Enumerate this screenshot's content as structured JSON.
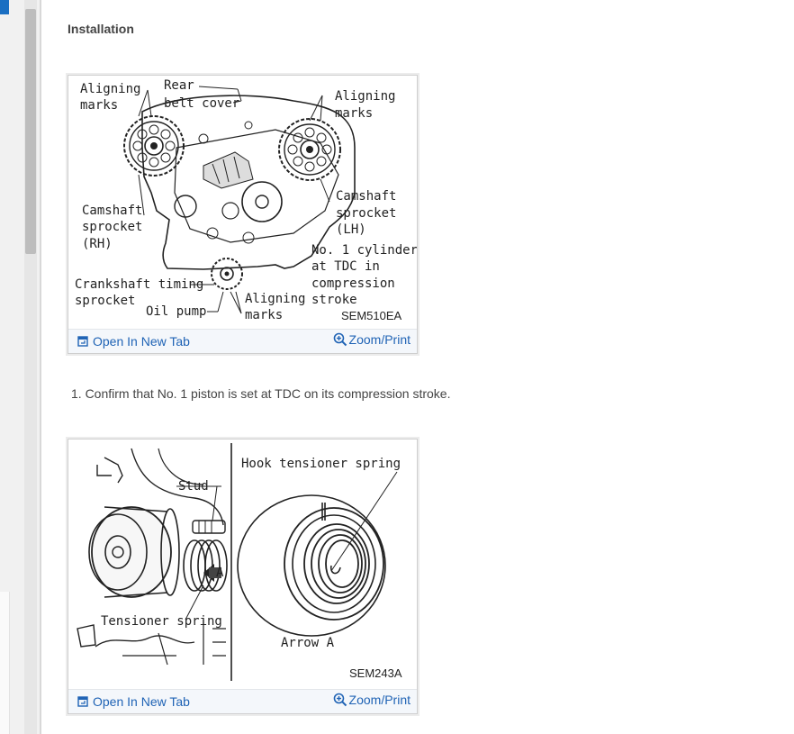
{
  "section": {
    "heading": "Installation"
  },
  "figure1": {
    "code": "SEM510EA",
    "labels": {
      "aligning_marks_left_1": "Aligning",
      "aligning_marks_left_2": "marks",
      "rear_belt_cover_1": "Rear",
      "rear_belt_cover_2": "belt cover",
      "aligning_marks_right_1": "Aligning",
      "aligning_marks_right_2": "marks",
      "camshaft_rh_1": "Camshaft",
      "camshaft_rh_2": "sprocket",
      "camshaft_rh_3": "(RH)",
      "camshaft_lh_1": "Camshaft",
      "camshaft_lh_2": "sprocket",
      "camshaft_lh_3": "(LH)",
      "no1_cyl_1": "No. 1 cylinder",
      "no1_cyl_2": "at TDC in",
      "no1_cyl_3": "compression",
      "no1_cyl_4": "stroke",
      "crankshaft_1": "Crankshaft timing",
      "crankshaft_2": "sprocket",
      "oil_pump": "Oil pump",
      "aligning_marks_bottom_1": "Aligning",
      "aligning_marks_bottom_2": "marks"
    },
    "open_label": "Open In New Tab",
    "zoom_label": "Zoom/Print"
  },
  "step1": {
    "text": "1. Confirm that No. 1 piston is set at TDC on its compression stroke."
  },
  "figure2": {
    "code": "SEM243A",
    "labels": {
      "stud": "Stud",
      "hook_tensioner_spring": "Hook tensioner spring",
      "tensioner_spring": "Tensioner spring",
      "arrow_a": "Arrow A",
      "a": "A"
    },
    "open_label": "Open In New Tab",
    "zoom_label": "Zoom/Print"
  }
}
